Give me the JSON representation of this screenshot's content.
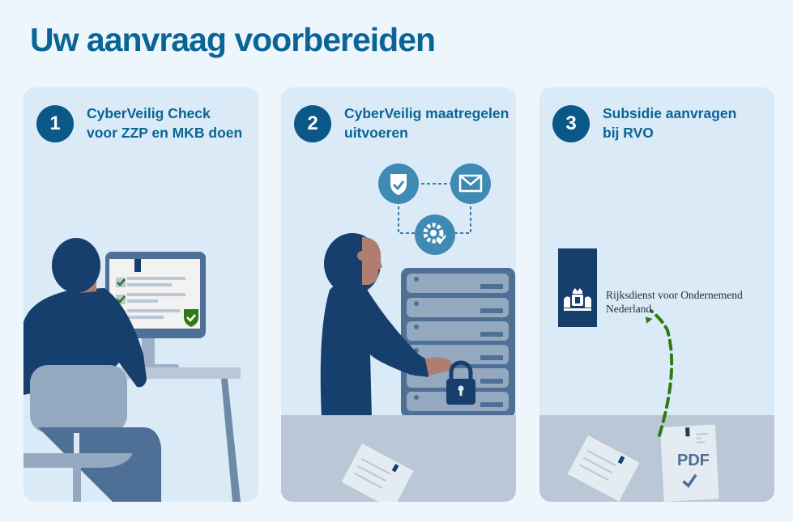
{
  "page": {
    "title": "Uw aanvraag voorbereiden"
  },
  "steps": [
    {
      "number": "1",
      "title_line1": "CyberVeilig Check",
      "title_line2": "voor ZZP en MKB doen",
      "illustration": "person-at-computer-with-checklist",
      "icons": [
        "checklist-icon",
        "shield-check-icon"
      ]
    },
    {
      "number": "2",
      "title_line1": "CyberVeilig maatregelen",
      "title_line2": "uitvoeren",
      "illustration": "person-locking-server-rack",
      "icons": [
        "shield-check-icon",
        "envelope-icon",
        "gear-check-icon",
        "padlock-icon"
      ]
    },
    {
      "number": "3",
      "title_line1": "Subsidie aanvragen",
      "title_line2": "bij RVO",
      "illustration": "pdf-document-sent-to-rvo",
      "logo": {
        "line1": "Rijksdienst voor Ondernemend",
        "line2": "Nederland"
      },
      "pdf_label": "PDF"
    }
  ],
  "colors": {
    "title": "#0b6496",
    "badge": "#0b5788",
    "panel_bg": "#daebf7",
    "page_bg": "#eef6fd",
    "floor": "#b9c7d6",
    "navy": "#163f6e",
    "skin": "#b07e6e",
    "green": "#2e7a14"
  }
}
